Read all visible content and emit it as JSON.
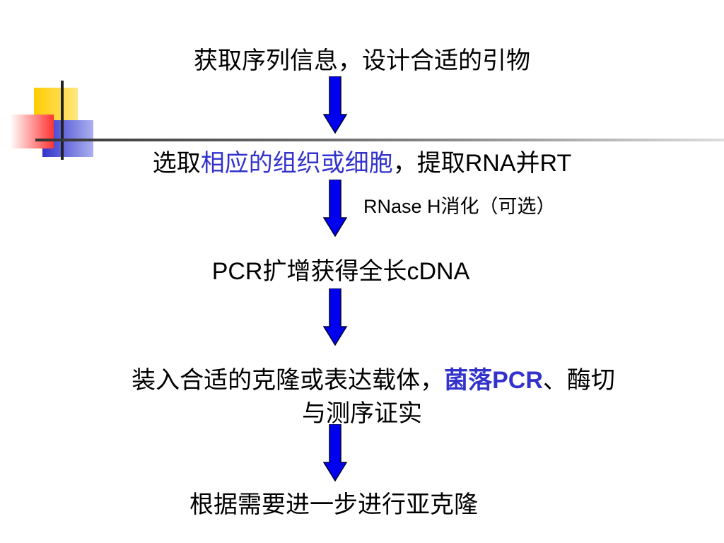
{
  "colors": {
    "accent_blue": "#3333cc",
    "arrow_blue": "#0000ee",
    "deco_yellow": "#ffcc00",
    "deco_blue": "#3333cc",
    "deco_red": "#ff3333"
  },
  "steps": [
    {
      "text": "获取序列信息，设计合适的引物"
    },
    {
      "part1": "选取",
      "highlight": "相应的组织或细胞",
      "part2": "，提取",
      "latin1": "RNA",
      "part3": "并",
      "latin2": "RT"
    },
    {
      "latin1": "PCR",
      "part1": "扩增获得全长",
      "latin2": "cDNA"
    },
    {
      "part1": "装入合适的克隆或表达载体，",
      "highlight": "菌落",
      "highlight_latin": "PCR",
      "part2": "、酶切",
      "line2": "与测序证实"
    },
    {
      "text": "根据需要进一步进行亚克隆"
    }
  ],
  "side_note": {
    "latin": "RNase H",
    "text": "消化（可选）"
  },
  "icons": [
    "decorative-squares-icon",
    "down-arrow-icon"
  ]
}
